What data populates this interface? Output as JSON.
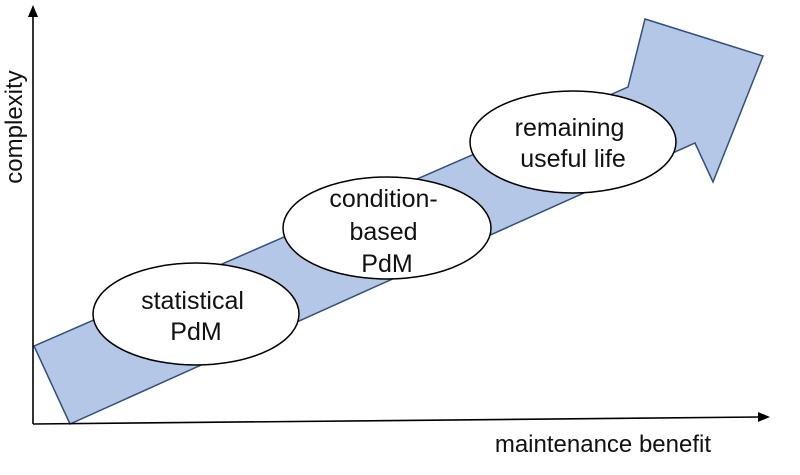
{
  "axes": {
    "y_label": "complexity",
    "x_label": "maintenance benefit"
  },
  "stages": [
    {
      "lines": [
        "statistical",
        "PdM"
      ]
    },
    {
      "lines": [
        "condition-",
        "based",
        "PdM"
      ]
    },
    {
      "lines": [
        "remaining",
        "useful life"
      ]
    }
  ],
  "colors": {
    "arrow_fill": "#b4c7e7",
    "arrow_stroke": "#2f4f7f",
    "ellipse_fill": "#ffffff",
    "ellipse_stroke": "#000000",
    "axis": "#000000"
  }
}
